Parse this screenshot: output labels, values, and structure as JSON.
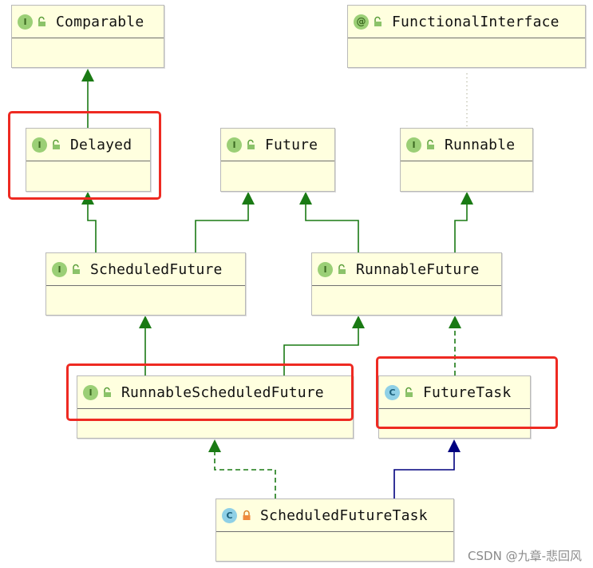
{
  "diagram": {
    "nodes": {
      "comparable": {
        "name": "Comparable",
        "kind": "I"
      },
      "functional_interface": {
        "name": "FunctionalInterface",
        "kind": "@"
      },
      "delayed": {
        "name": "Delayed",
        "kind": "I"
      },
      "future": {
        "name": "Future",
        "kind": "I"
      },
      "runnable": {
        "name": "Runnable",
        "kind": "I"
      },
      "scheduled_future": {
        "name": "ScheduledFuture",
        "kind": "I"
      },
      "runnable_future": {
        "name": "RunnableFuture",
        "kind": "I"
      },
      "runnable_scheduled_future": {
        "name": "RunnableScheduledFuture",
        "kind": "I"
      },
      "future_task": {
        "name": "FutureTask",
        "kind": "C"
      },
      "scheduled_future_task": {
        "name": "ScheduledFutureTask",
        "kind": "C"
      }
    },
    "colors": {
      "interface_extends": "#1a7a14",
      "implements_dashed": "#1a7a14",
      "class_extends": "#00007f",
      "annotation_link": "#8f8f6f",
      "highlight": "#ee2a22",
      "node_fill": "#ffffdf"
    }
  },
  "watermark": "CSDN @九章-悲回风"
}
